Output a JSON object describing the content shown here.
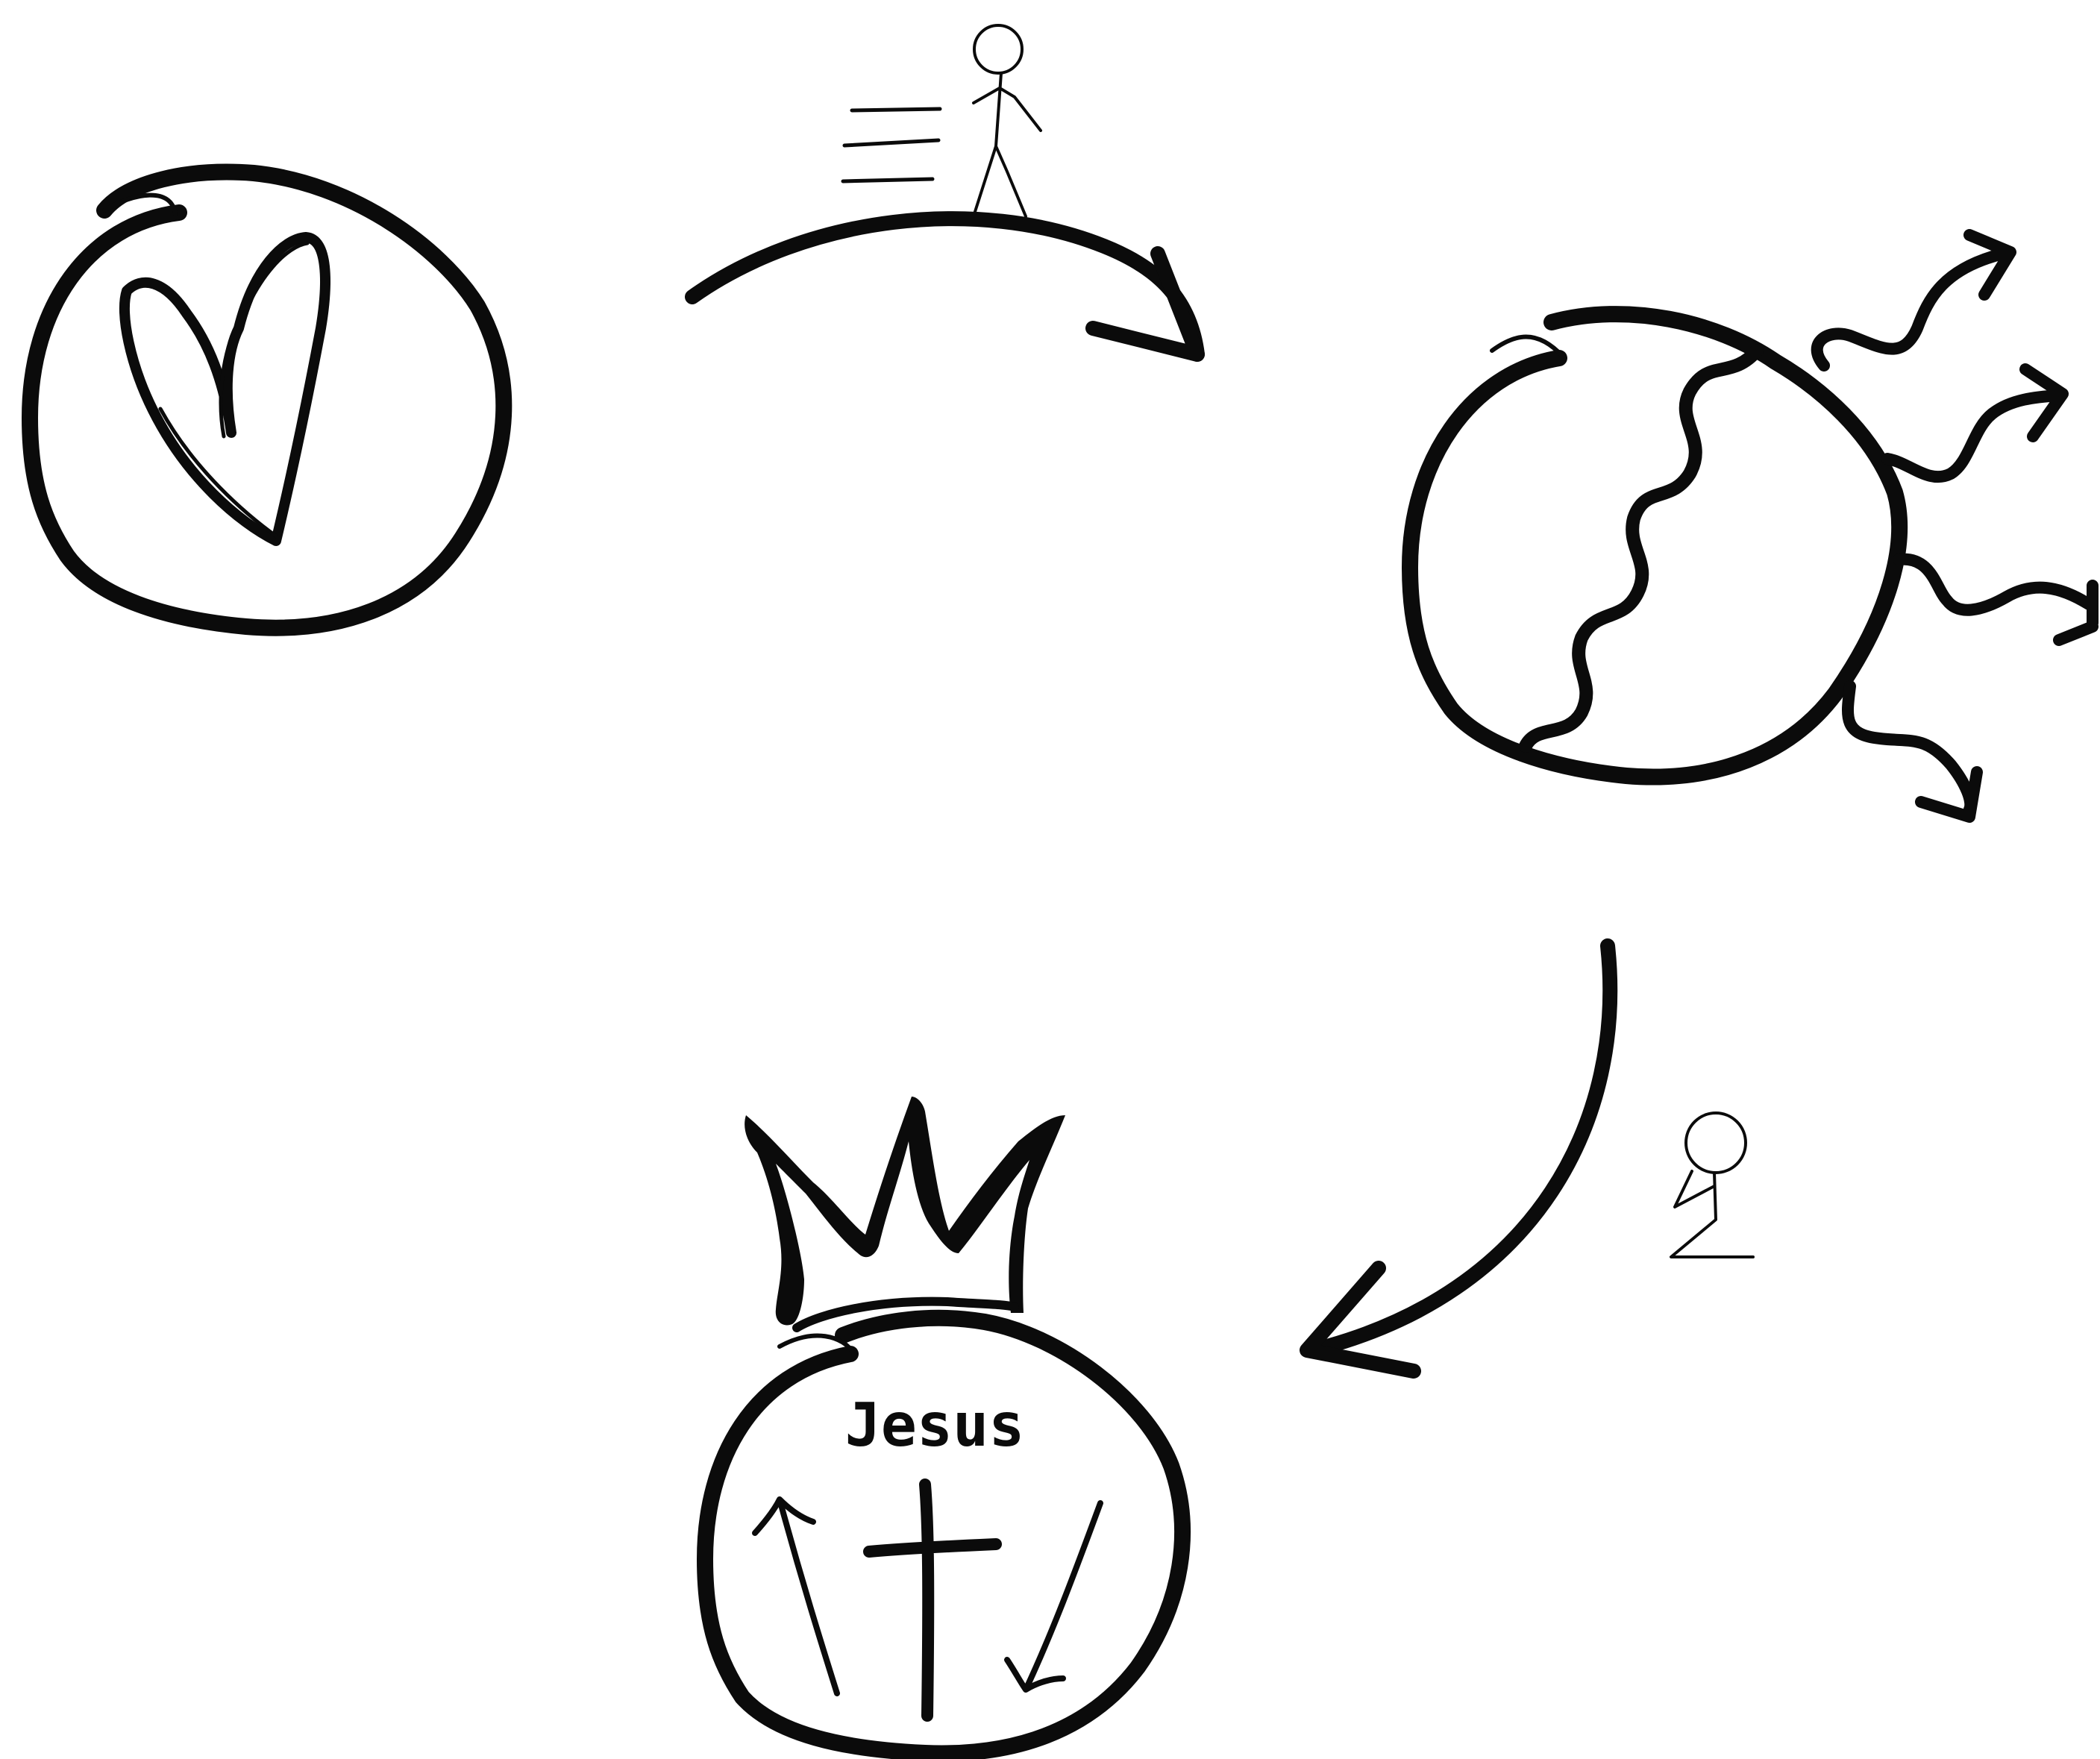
{
  "diagram": {
    "nodes": [
      {
        "id": "love",
        "icon": "heart-icon",
        "label": ""
      },
      {
        "id": "sin",
        "icon": "broken-world-icon",
        "label": ""
      },
      {
        "id": "jesus",
        "icon": "crown-cross-icon",
        "label": "Jesus"
      }
    ],
    "edges": [
      {
        "from": "love",
        "to": "sin",
        "icon": "running-person-icon"
      },
      {
        "from": "sin",
        "to": "jesus",
        "icon": "kneeling-person-icon"
      }
    ]
  },
  "colors": {
    "ink": "#0b0b0b",
    "background": "#ffffff"
  }
}
